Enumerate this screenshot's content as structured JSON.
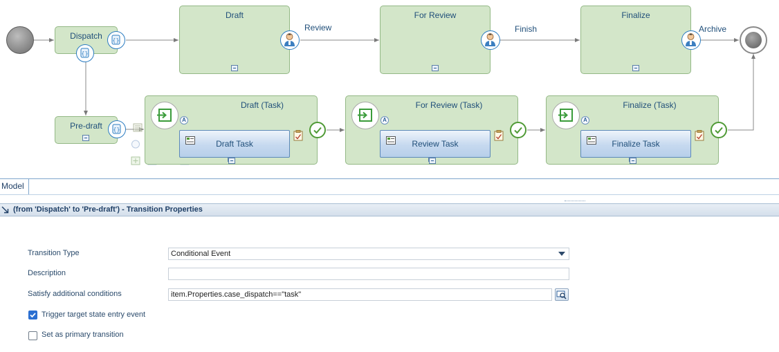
{
  "diagram": {
    "states": {
      "dispatch": "Dispatch",
      "draft": "Draft",
      "for_review": "For Review",
      "finalize": "Finalize",
      "pre_draft": "Pre-draft",
      "draft_task_state": "Draft (Task)",
      "for_review_task_state": "For Review (Task)",
      "finalize_task_state": "Finalize (Task)"
    },
    "transitions": {
      "review": "Review",
      "finish": "Finish",
      "archive": "Archive"
    },
    "tasks": {
      "draft_task": "Draft Task",
      "review_task": "Review Task",
      "finalize_task": "Finalize Task"
    },
    "auto_marker": "A"
  },
  "tabs": {
    "model": "Model"
  },
  "panel": {
    "title": "(from 'Dispatch' to 'Pre-draft') - Transition Properties",
    "fields": {
      "transition_type_label": "Transition Type",
      "transition_type_value": "Conditional Event",
      "description_label": "Description",
      "description_value": "",
      "conditions_label": "Satisfy additional conditions",
      "conditions_value": "item.Properties.case_dispatch==\"task\"",
      "trigger_label": "Trigger target state entry event",
      "trigger_checked": true,
      "primary_label": "Set as primary transition",
      "primary_checked": false
    }
  },
  "colors": {
    "state_fill": "#d3e6c9",
    "state_border": "#93b885",
    "accent_blue": "#2b7cc1",
    "check_green": "#4f9a35",
    "checkbox_blue": "#2b6fd1"
  }
}
